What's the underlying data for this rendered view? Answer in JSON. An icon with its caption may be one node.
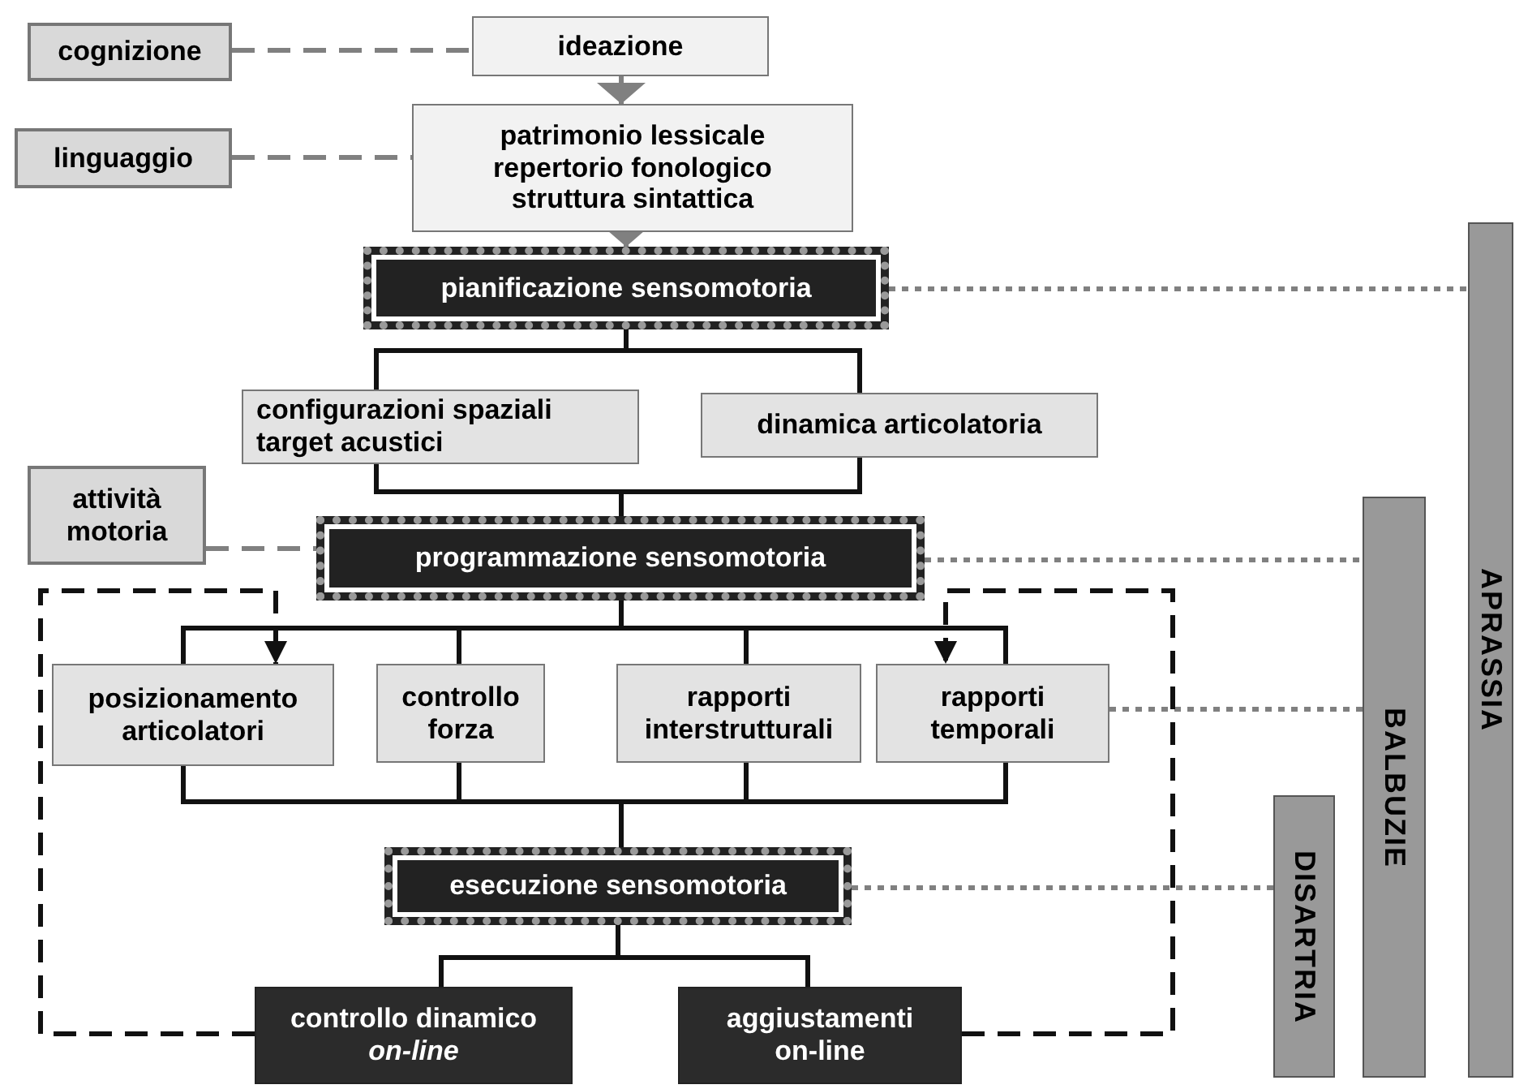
{
  "diagram": {
    "nodes": [
      {
        "text": [
          "cognizione"
        ]
      },
      {
        "text": [
          "ideazione"
        ]
      },
      {
        "text": [
          "linguaggio"
        ]
      },
      {
        "text": [
          "patrimonio lessicale repertorio fonologico struttura sintattica"
        ]
      },
      {
        "text": [
          "pianificazione sensomotoria"
        ]
      },
      {
        "text": [
          "configurazioni spaziali target acustici"
        ]
      },
      {
        "text": [
          "dinamica articolatoria"
        ]
      },
      {
        "text": [
          "attività motoria"
        ]
      },
      {
        "text": [
          "programmazione sensomotoria"
        ]
      },
      {
        "text": [
          "posizionamento articolatori"
        ]
      },
      {
        "text": [
          "controllo forza"
        ]
      },
      {
        "text": [
          "rapporti interstrutturali"
        ]
      },
      {
        "text": [
          "rapporti temporali"
        ]
      },
      {
        "text": [
          "esecuzione sensomotoria"
        ]
      },
      {
        "text": [
          "controllo dinamico *on-line*"
        ]
      },
      {
        "text": [
          "aggiustamenti on-line"
        ]
      },
      {
        "text": [
          "APRASSIA"
        ]
      },
      {
        "text": [
          "BALBUZIE"
        ]
      },
      {
        "text": [
          "DISARTRIA"
        ]
      }
    ],
    "edges": [
      {
        "from": 0,
        "to": 1,
        "arrow": "none",
        "style": "dashed",
        "color": "#808080"
      },
      {
        "from": 2,
        "to": 3,
        "arrow": "none",
        "style": "dashed",
        "color": "#808080"
      },
      {
        "from": 1,
        "to": 3,
        "arrow": "to",
        "color": "#808080"
      },
      {
        "from": 3,
        "to": 4,
        "arrow": "to",
        "color": "#808080"
      },
      {
        "from": 4,
        "to": 5,
        "arrow": "none"
      },
      {
        "from": 4,
        "to": 6,
        "arrow": "none"
      },
      {
        "from": 5,
        "to": 8,
        "arrow": "none"
      },
      {
        "from": 6,
        "to": 8,
        "arrow": "none"
      },
      {
        "from": 7,
        "to": 8,
        "arrow": "none",
        "style": "dashed",
        "color": "#808080"
      },
      {
        "from": 4,
        "to": 16,
        "arrow": "none",
        "style": "dashed",
        "color": "#808080"
      },
      {
        "from": 8,
        "to": 17,
        "arrow": "none",
        "style": "dashed",
        "color": "#808080"
      },
      {
        "from": 8,
        "to": 9,
        "arrow": "none"
      },
      {
        "from": 8,
        "to": 10,
        "arrow": "none"
      },
      {
        "from": 8,
        "to": 11,
        "arrow": "none"
      },
      {
        "from": 8,
        "to": 12,
        "arrow": "none"
      },
      {
        "from": 12,
        "to": 17,
        "arrow": "none",
        "style": "dashed",
        "color": "#808080"
      },
      {
        "from": 9,
        "to": 13,
        "arrow": "none"
      },
      {
        "from": 10,
        "to": 13,
        "arrow": "none"
      },
      {
        "from": 11,
        "to": 13,
        "arrow": "none"
      },
      {
        "from": 12,
        "to": 13,
        "arrow": "none"
      },
      {
        "from": 13,
        "to": 18,
        "arrow": "none",
        "style": "dashed",
        "color": "#808080"
      },
      {
        "from": 13,
        "to": 14,
        "arrow": "none"
      },
      {
        "from": 13,
        "to": 15,
        "arrow": "none"
      },
      {
        "from": 14,
        "to": 9,
        "arrow": "to",
        "style": "dashed"
      },
      {
        "from": 15,
        "to": 12,
        "arrow": "to",
        "style": "dashed"
      }
    ]
  }
}
